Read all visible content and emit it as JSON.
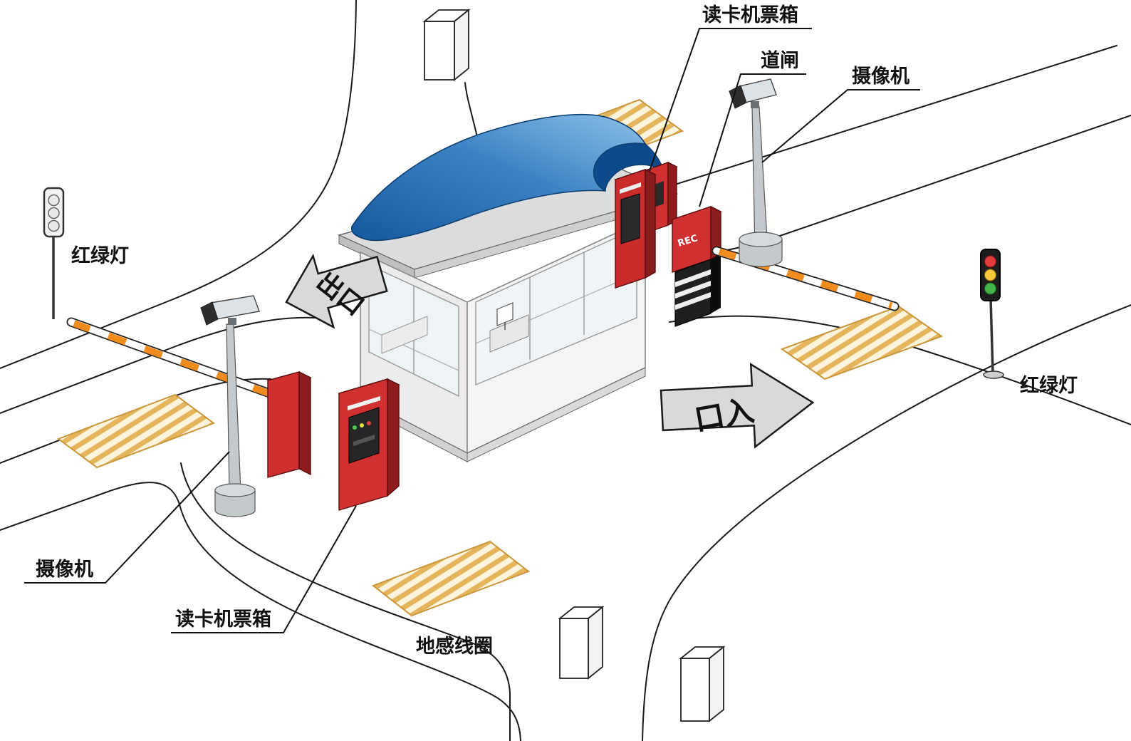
{
  "labels": {
    "reader_top": "读卡机票箱",
    "barrier": "道闸",
    "camera_top": "摄像机",
    "light_left": "红绿灯",
    "light_right": "红绿灯",
    "camera_bottom": "摄像机",
    "reader_bottom": "读卡机票箱",
    "loop": "地感线圈",
    "exit_arrow": "出口",
    "entrance_arrow": "口入",
    "rec": "REC"
  },
  "colors": {
    "machine_red": "#cf2b2b",
    "machine_red_dark": "#8f1d1d",
    "roof_blue": "#1668b0",
    "loop_hatch": "#e5b55c",
    "arm_orange": "#f08c1e",
    "arrow_gray": "#d9d9d9",
    "light_red": "#e23b3b",
    "light_yellow": "#f5c63c",
    "light_green": "#43b34a"
  }
}
